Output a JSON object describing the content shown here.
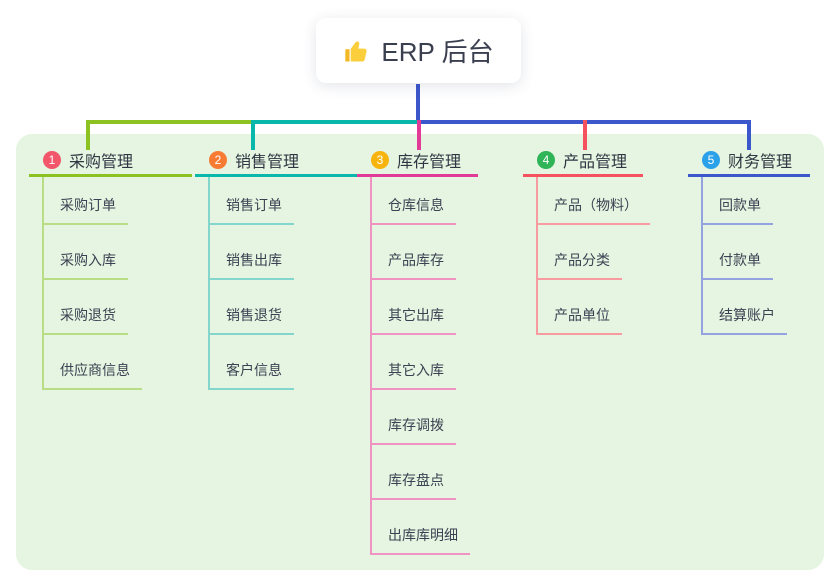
{
  "root": {
    "title": "ERP 后台",
    "icon": "thumbs-up-icon"
  },
  "colors": {
    "panel_bg": "#e6f5e1",
    "root_line": "#3c56cc",
    "text": "#2f3542"
  },
  "branches": [
    {
      "num": "1",
      "title": "采购管理",
      "color": "#8cc222",
      "light": "#b9dd85",
      "badge": "#f2566b",
      "children": [
        "采购订单",
        "采购入库",
        "采购退货",
        "供应商信息"
      ]
    },
    {
      "num": "2",
      "title": "销售管理",
      "color": "#09b8ab",
      "light": "#84d5cc",
      "badge": "#f77b33",
      "children": [
        "销售订单",
        "销售出库",
        "销售退货",
        "客户信息"
      ]
    },
    {
      "num": "3",
      "title": "库存管理",
      "color": "#e23a97",
      "light": "#ef93c3",
      "badge": "#f8b40e",
      "children": [
        "仓库信息",
        "产品库存",
        "其它出库",
        "其它入库",
        "库存调拨",
        "库存盘点",
        "出库库明细"
      ]
    },
    {
      "num": "4",
      "title": "产品管理",
      "color": "#f4525f",
      "light": "#f79ba1",
      "badge": "#2fb457",
      "children": [
        "产品（物料）",
        "产品分类",
        "产品单位"
      ]
    },
    {
      "num": "5",
      "title": "财务管理",
      "color": "#3c56cc",
      "light": "#93a3e0",
      "badge": "#2aa1e9",
      "children": [
        "回款单",
        "付款单",
        "结算账户"
      ]
    }
  ]
}
